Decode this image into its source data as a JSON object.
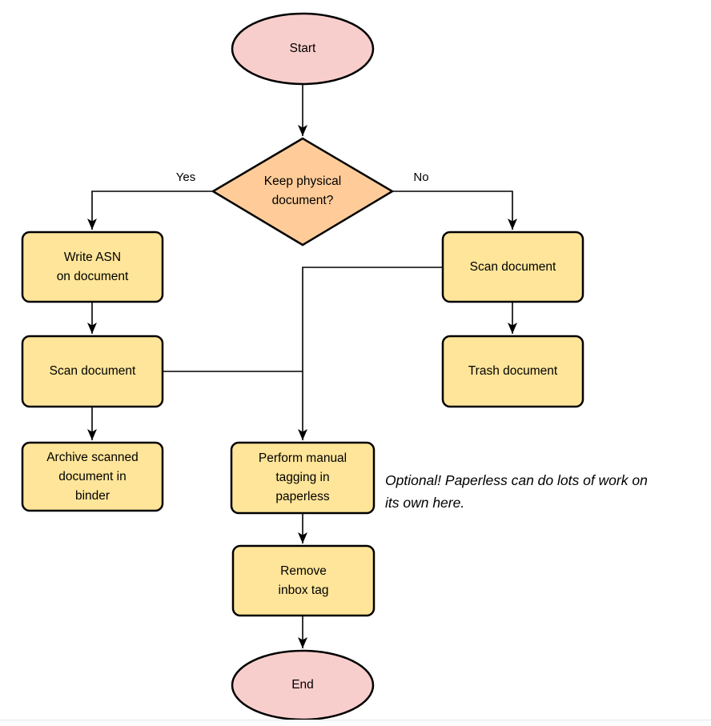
{
  "colors": {
    "terminator_fill": "#F8CECC",
    "decision_fill": "#FFCC99",
    "process_fill": "#FFE599",
    "stroke": "#000000",
    "background": "#FFFFFF"
  },
  "nodes": {
    "start": "Start",
    "decision": "Keep physical\ndocument?",
    "write_asn": "Write ASN\non document",
    "scan_left": "Scan document",
    "archive": "Archive scanned\ndocument in\nbinder",
    "scan_right": "Scan document",
    "trash": "Trash document",
    "tagging": "Perform manual\ntagging in\npaperless",
    "remove_inbox": "Remove\ninbox tag",
    "end": "End"
  },
  "edge_labels": {
    "yes": "Yes",
    "no": "No"
  },
  "note": "Optional! Paperless can do lots of work on\nits own here."
}
